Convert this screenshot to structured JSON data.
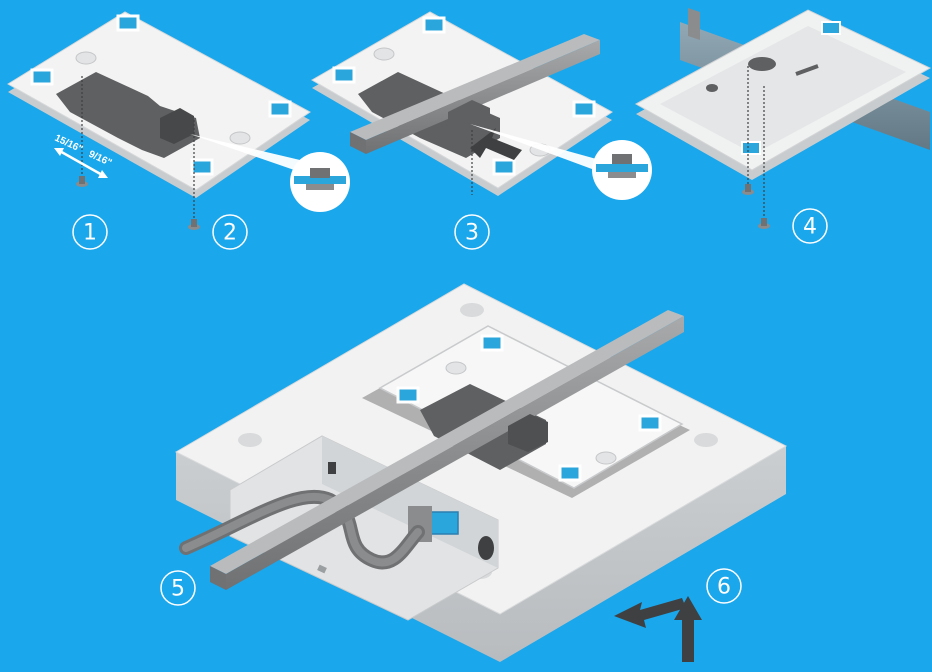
{
  "colors": {
    "background": "#1aa7ec",
    "device_white": "#eeeeee",
    "device_shadow": "#cfd3d6",
    "bracket_gray": "#8a8c8e",
    "plate_dark": "#5f6062",
    "port_blue": "#2aa6dd",
    "arrow_dark": "#3f4042"
  },
  "icons": [
    "screw-icon",
    "push-arrow-icon",
    "cable-icon",
    "ethernet-port-icon",
    "t-bar-rail-icon"
  ],
  "steps": [
    {
      "number": "1"
    },
    {
      "number": "2"
    },
    {
      "number": "3"
    },
    {
      "number": "4"
    },
    {
      "number": "5"
    },
    {
      "number": "6"
    }
  ],
  "dimensions": {
    "left": "15/16\"",
    "right": "9/16\""
  }
}
